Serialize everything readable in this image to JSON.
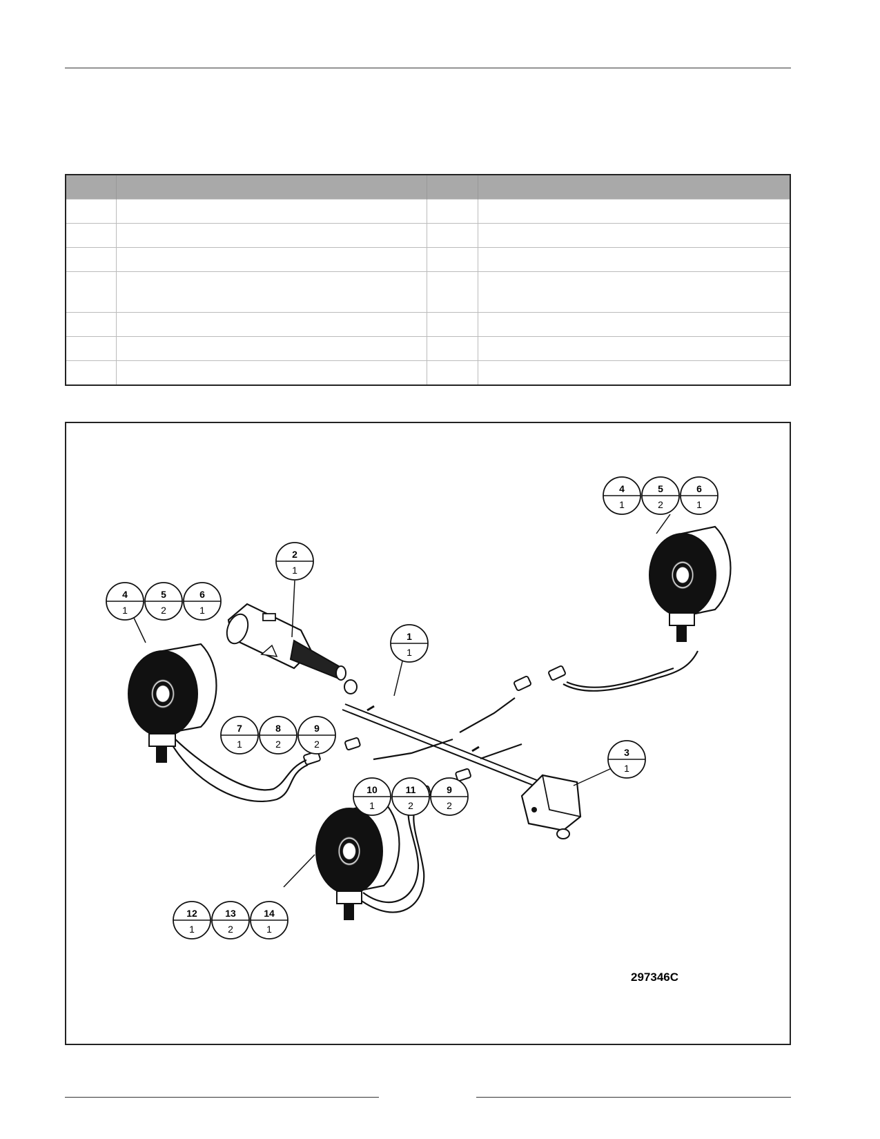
{
  "table": {
    "headers": [
      "",
      "",
      "",
      ""
    ],
    "rows": [
      [
        "",
        "",
        "",
        ""
      ],
      [
        "",
        "",
        "",
        ""
      ],
      [
        "",
        "",
        "",
        ""
      ],
      [
        "",
        "",
        "",
        ""
      ],
      [
        "",
        "",
        "",
        ""
      ],
      [
        "",
        "",
        "",
        ""
      ],
      [
        "",
        "",
        "",
        ""
      ]
    ]
  },
  "diagram": {
    "figure_id": "297346C",
    "callouts": [
      {
        "num": "1",
        "qty": "1"
      },
      {
        "num": "2",
        "qty": "1"
      },
      {
        "num": "3",
        "qty": "1"
      },
      {
        "num": "4",
        "qty": "1"
      },
      {
        "num": "5",
        "qty": "2"
      },
      {
        "num": "6",
        "qty": "1"
      },
      {
        "num": "4",
        "qty": "1"
      },
      {
        "num": "5",
        "qty": "2"
      },
      {
        "num": "6",
        "qty": "1"
      },
      {
        "num": "7",
        "qty": "1"
      },
      {
        "num": "8",
        "qty": "2"
      },
      {
        "num": "9",
        "qty": "2"
      },
      {
        "num": "10",
        "qty": "1"
      },
      {
        "num": "11",
        "qty": "2"
      },
      {
        "num": "9",
        "qty": "2"
      },
      {
        "num": "12",
        "qty": "1"
      },
      {
        "num": "13",
        "qty": "2"
      },
      {
        "num": "14",
        "qty": "1"
      }
    ]
  }
}
